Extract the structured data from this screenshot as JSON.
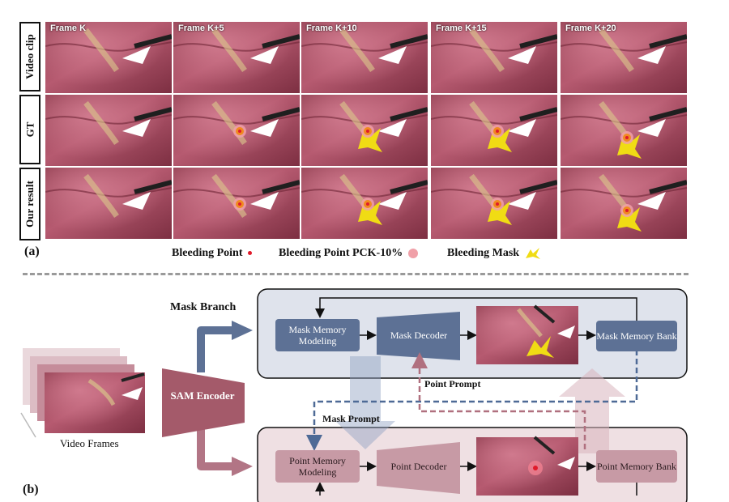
{
  "panel_a": {
    "row_labels": [
      "Video clip",
      "GT",
      "Our result"
    ],
    "frame_titles": [
      "Frame K",
      "Frame K+5",
      "Frame K+10",
      "Frame K+15",
      "Frame K+20"
    ],
    "panel_label": "(a)",
    "legend": {
      "bleeding_point": "Bleeding Point",
      "pck": "Bleeding Point PCK-10%",
      "mask": "Bleeding Mask"
    }
  },
  "panel_b": {
    "panel_label": "(b)",
    "mask_branch_title": "Mask Branch",
    "video_frames_label": "Video Frames",
    "sam_encoder": "SAM Encoder",
    "mask_memory_modeling": "Mask Memory Modeling",
    "mask_decoder": "Mask Decoder",
    "mask_memory_bank": "Mask Memory Bank",
    "point_prompt": "Point Prompt",
    "mask_prompt": "Mask Prompt",
    "point_memory_modeling": "Point Memory Modeling",
    "point_decoder": "Point Decoder",
    "point_memory_bank": "Point Memory Bank"
  },
  "colors": {
    "mask_branch_bg": "#dfe3ec",
    "mask_node": "#5d7195",
    "point_branch_bg": "#efe0e3",
    "point_node": "#c79aa5",
    "sam_encoder": "#a45a6a",
    "mask_yellow": "#f0dc14",
    "dashed_blue": "#4e6a96",
    "dashed_red": "#b0707f"
  }
}
